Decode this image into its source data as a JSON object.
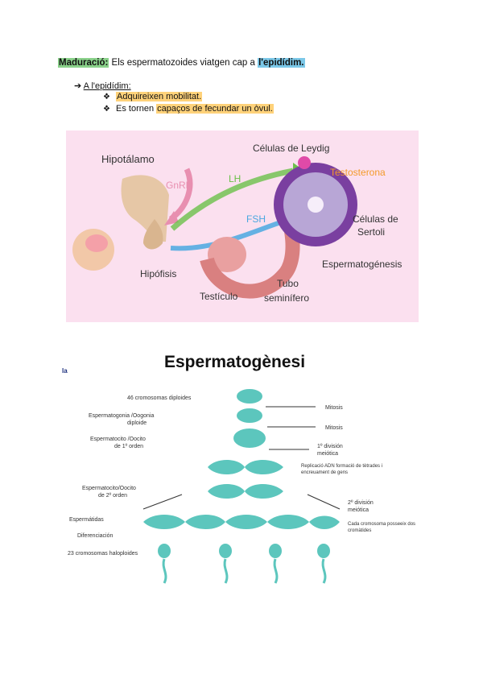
{
  "intro": {
    "label": "Maduració:",
    "text": " Els espermatozoides viatgen cap a ",
    "target": "l'epidídim."
  },
  "epididymis": {
    "arrow": "➔",
    "heading": "A l'epidídim:",
    "bullet": "❖",
    "point1": "Adquireixen mobilitat.",
    "point2_prefix": "Es tornen ",
    "point2_highlight": "capaços de fecundar un òvul."
  },
  "hormone_diagram": {
    "hipotalamo": "Hipotálamo",
    "gnrh": "GnRH",
    "lh": "LH",
    "fsh": "FSH",
    "leydig": "Células de Leydig",
    "testosterona": "Testosterona",
    "sertoli_1": "Células de",
    "sertoli_2": "Sertoli",
    "espermatogenesis": "Espermatogénesis",
    "hipofisis": "Hipófisis",
    "testiculo": "Testículo",
    "tubo_1": "Tubo",
    "tubo_2": "seminífero",
    "colors": {
      "background": "#fbe0ef",
      "lh_arrow": "#6cc04a",
      "fsh_arrow": "#4aa8e0",
      "testosterone": "#f39a2a",
      "tubule": "#7a3fa0"
    }
  },
  "spermatogenesis": {
    "title": "Espermatogènesi",
    "stray_mark": "la",
    "chromosomes_46": "46 cromosomas diploides",
    "espermatogonia_1": "Espermatogonia /Oogonia",
    "espermatogonia_2": "diploide",
    "espermatocito1_1": "Espermatocito /Oocito",
    "espermatocito1_2": "de 1º orden",
    "espermatocito2_1": "Espermatocito/Oocito",
    "espermatocito2_2": "de 2º orden",
    "espermatidas": "Espermátidas",
    "diferenciacion": "Diferenciación",
    "chromosomes_23": "23 cromosomas haloploides",
    "mitosis_1": "Mitosis",
    "mitosis_2": "Mitosis",
    "meiotic1_1": "1º división",
    "meiotic1_2": "meiótica",
    "replication_1": "Replicació ADN formació de tètrades i",
    "replication_2": "encreuament de gens",
    "meiotic2_1": "2º división",
    "meiotic2_2": "meiótica",
    "chromatid_1": "Cada cromosoma posseeix dos",
    "chromatid_2": "cromàtides",
    "colors": {
      "cell": "#5cc6bd",
      "cell_dark": "#2e8f88",
      "text": "#333333"
    }
  }
}
